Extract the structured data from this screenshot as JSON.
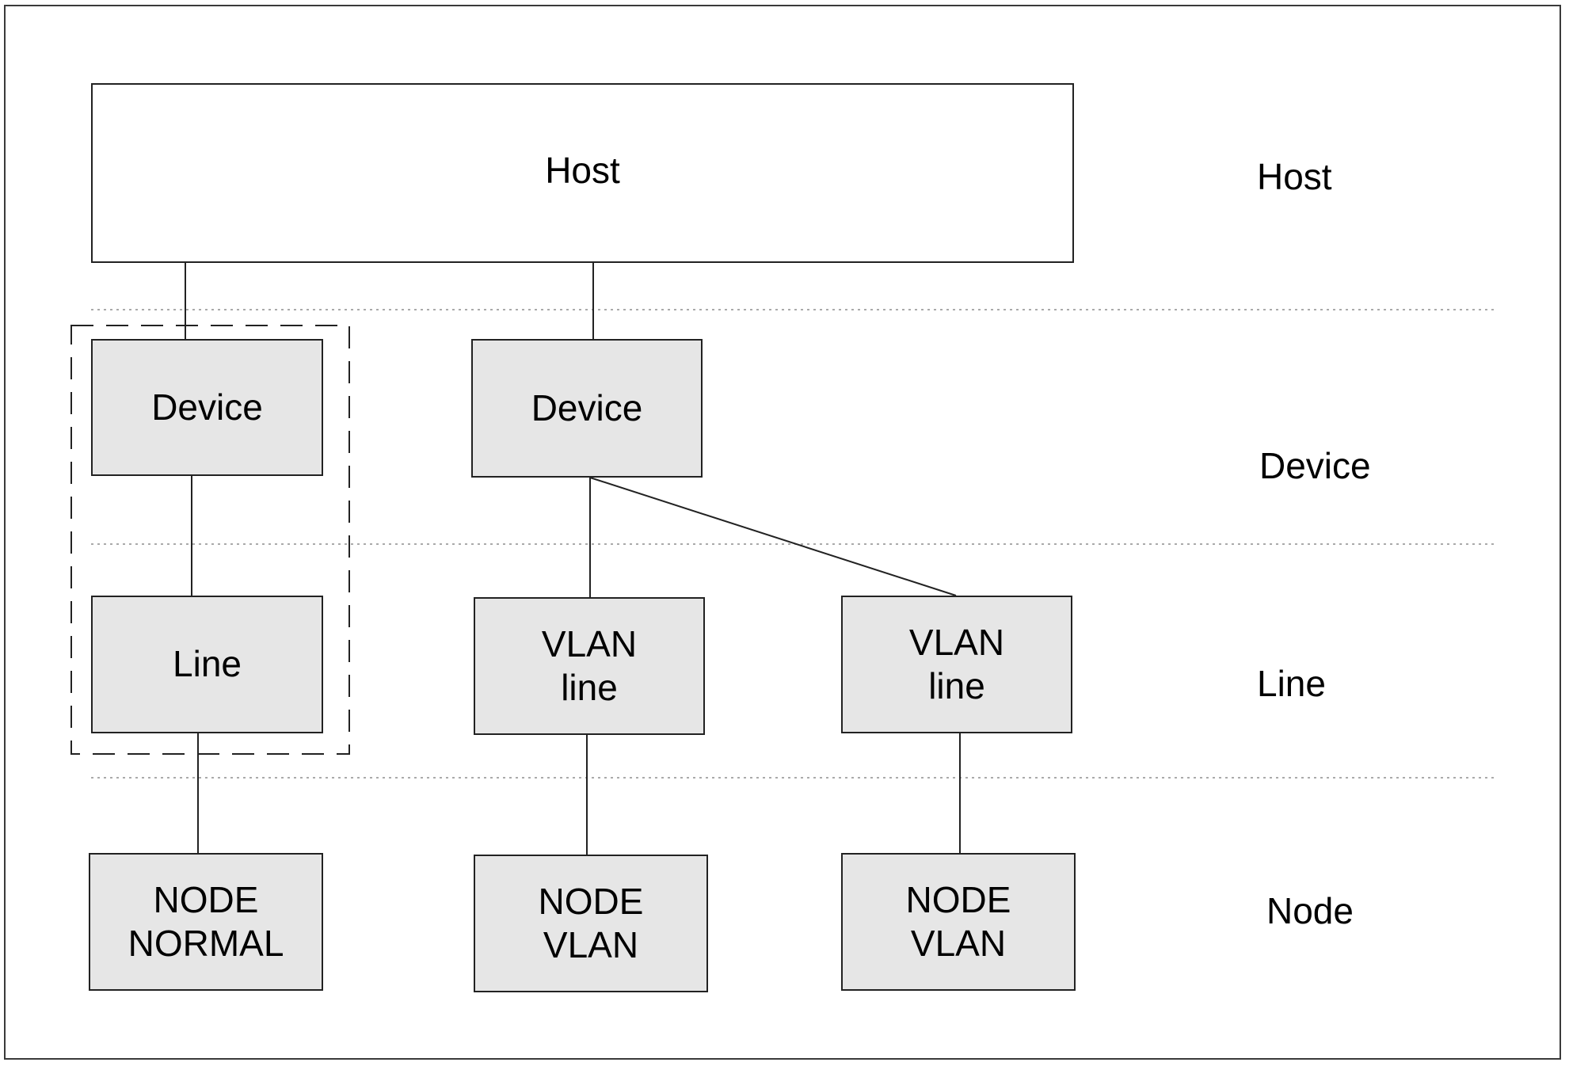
{
  "boxes": {
    "host": "Host",
    "device_left": "Device",
    "device_mid": "Device",
    "line_left": "Line",
    "vlan_line_mid": "VLAN\nline",
    "vlan_line_right": "VLAN\nline",
    "node_normal": "NODE\nNORMAL",
    "node_vlan_mid": "NODE\nVLAN",
    "node_vlan_right": "NODE\nVLAN"
  },
  "layers": {
    "host": "Host",
    "device": "Device",
    "line": "Line",
    "node": "Node"
  },
  "colors": {
    "box_fill": "#e6e6e6",
    "box_border": "#222222",
    "separator": "#aaaaaa"
  }
}
